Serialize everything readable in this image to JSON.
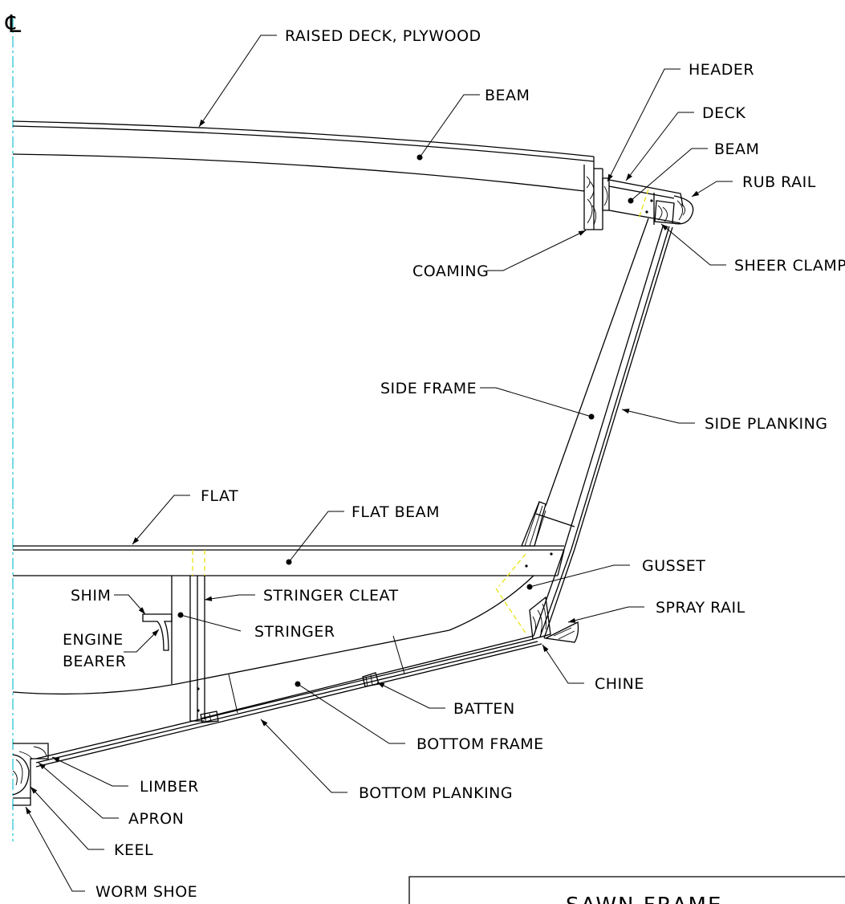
{
  "centerline_symbol": "℄",
  "labels": {
    "raised_deck": "RAISED DECK, PLYWOOD",
    "beam_main": "BEAM",
    "header": "HEADER",
    "deck": "DECK",
    "beam_side": "BEAM",
    "rub_rail": "RUB RAIL",
    "coaming": "COAMING",
    "sheer_clamp": "SHEER CLAMP",
    "side_frame": "SIDE FRAME",
    "side_planking": "SIDE PLANKING",
    "flat": "FLAT",
    "flat_beam": "FLAT BEAM",
    "gusset": "GUSSET",
    "shim": "SHIM",
    "stringer_cleat": "STRINGER CLEAT",
    "spray_rail": "SPRAY RAIL",
    "engine_bearer_1": "ENGINE",
    "engine_bearer_2": "BEARER",
    "stringer": "STRINGER",
    "chine": "CHINE",
    "batten": "BATTEN",
    "bottom_frame": "BOTTOM FRAME",
    "limber": "LIMBER",
    "bottom_planking": "BOTTOM PLANKING",
    "apron": "APRON",
    "keel": "KEEL",
    "worm_shoe": "WORM SHOE"
  },
  "title_block": {
    "title": "SAWN FRAME"
  },
  "colors": {
    "lines": "#000000",
    "centerline": "#2ac7d6",
    "hidden_lines": "#e8e000",
    "background": "#ffffff"
  }
}
